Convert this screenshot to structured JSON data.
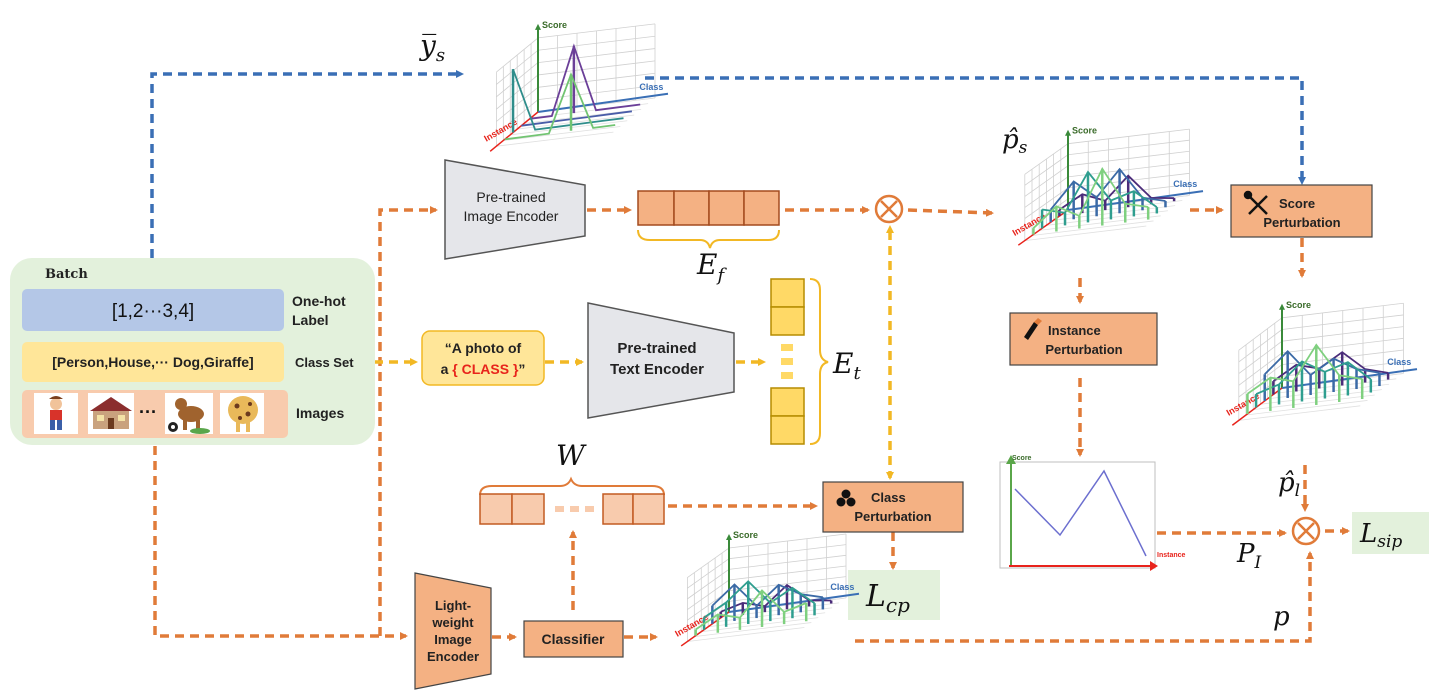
{
  "batch": {
    "title": "Batch",
    "label_value": "[1,2···3,4]",
    "label_caption_1": "One-hot",
    "label_caption_2": "Label",
    "class_set_value": "[Person,House,··· Dog,Giraffe]",
    "class_set_caption": "Class Set",
    "images_ellipsis": "···",
    "images_caption": "Images"
  },
  "prompt": {
    "line1": "“A photo of",
    "line2_prefix": "a ",
    "line2_class": "{ CLASS }",
    "line2_suffix": "”"
  },
  "image_encoder": {
    "line1": "Pre-trained",
    "line2": "Image Encoder"
  },
  "text_encoder": {
    "line1": "Pre-trained",
    "line2": "Text Encoder"
  },
  "light_encoder": {
    "line1": "Light-",
    "line2": "weight",
    "line3": "Image",
    "line4": "Encoder"
  },
  "classifier": {
    "label": "Classifier"
  },
  "score_perturbation": {
    "line1": "Score",
    "line2": "Perturbation"
  },
  "instance_perturbation": {
    "line1": "Instance",
    "line2": "Perturbation"
  },
  "class_perturbation": {
    "line1": "Class",
    "line2": "Perturbation"
  },
  "symbols": {
    "y_s": "y̅",
    "y_s_sub": "s",
    "p_s": "p̂",
    "p_s_sub": "s",
    "E_f": "E",
    "E_f_sub": "f",
    "E_t": "E",
    "E_t_sub": "t",
    "W": "W",
    "p_l": "p̂",
    "p_l_sub": "l",
    "P_I": "P",
    "P_I_sub": "I",
    "p": "p",
    "L_cp": "L",
    "L_cp_sub": "cp",
    "L_sip": "L",
    "L_sip_sub": "sip",
    "multiply": "⊗"
  },
  "axes": {
    "score": "Score",
    "class": "Class",
    "instance": "Instance"
  },
  "colors": {
    "orange_arrow": "#e07b39",
    "blue_arrow": "#3a6fb5",
    "yellow_arrow": "#f2b824",
    "orange_box": "#f4b183",
    "gray_box": "#e5e6ea",
    "green_box": "#e3f1dc",
    "yellow_box": "#ffe699",
    "blue_box": "#b4c7e7",
    "pink_box": "#f8cbad",
    "red_text": "#e8231b"
  }
}
